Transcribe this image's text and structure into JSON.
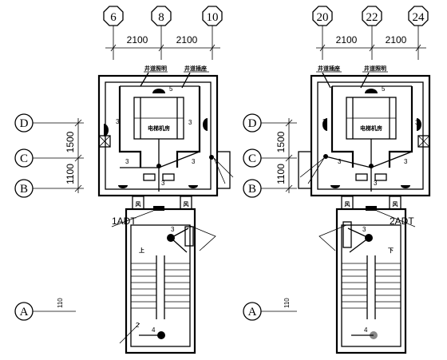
{
  "grid_axes": {
    "left_top": [
      "6",
      "8",
      "10"
    ],
    "right_top": [
      "20",
      "22",
      "24"
    ],
    "rows": [
      "D",
      "C",
      "B",
      "A"
    ]
  },
  "dimensions": {
    "span_left_1": "2100",
    "span_left_2": "2100",
    "span_right_1": "2100",
    "span_right_2": "2100",
    "row_1500": "1500",
    "row_1100": "1100",
    "row_1500_r": "1500",
    "row_1100_r": "1100",
    "row_a_dim_l": "110",
    "row_a_dim_r": "110"
  },
  "labels": {
    "shaft_light_l": "井道照明",
    "shaft_socket_l": "井道插座",
    "shaft_light_r": "井道照明",
    "shaft_socket_r": "井道插座",
    "elevator_control_l": "电梯机房",
    "elevator_control_r": "电梯机房",
    "panel_left": "1ADT",
    "panel_right": "2ADT",
    "stair_up": "上",
    "stair_down": "下",
    "fan": "风",
    "num3": "3",
    "num4": "4",
    "num5": "5",
    "num2": "2"
  }
}
